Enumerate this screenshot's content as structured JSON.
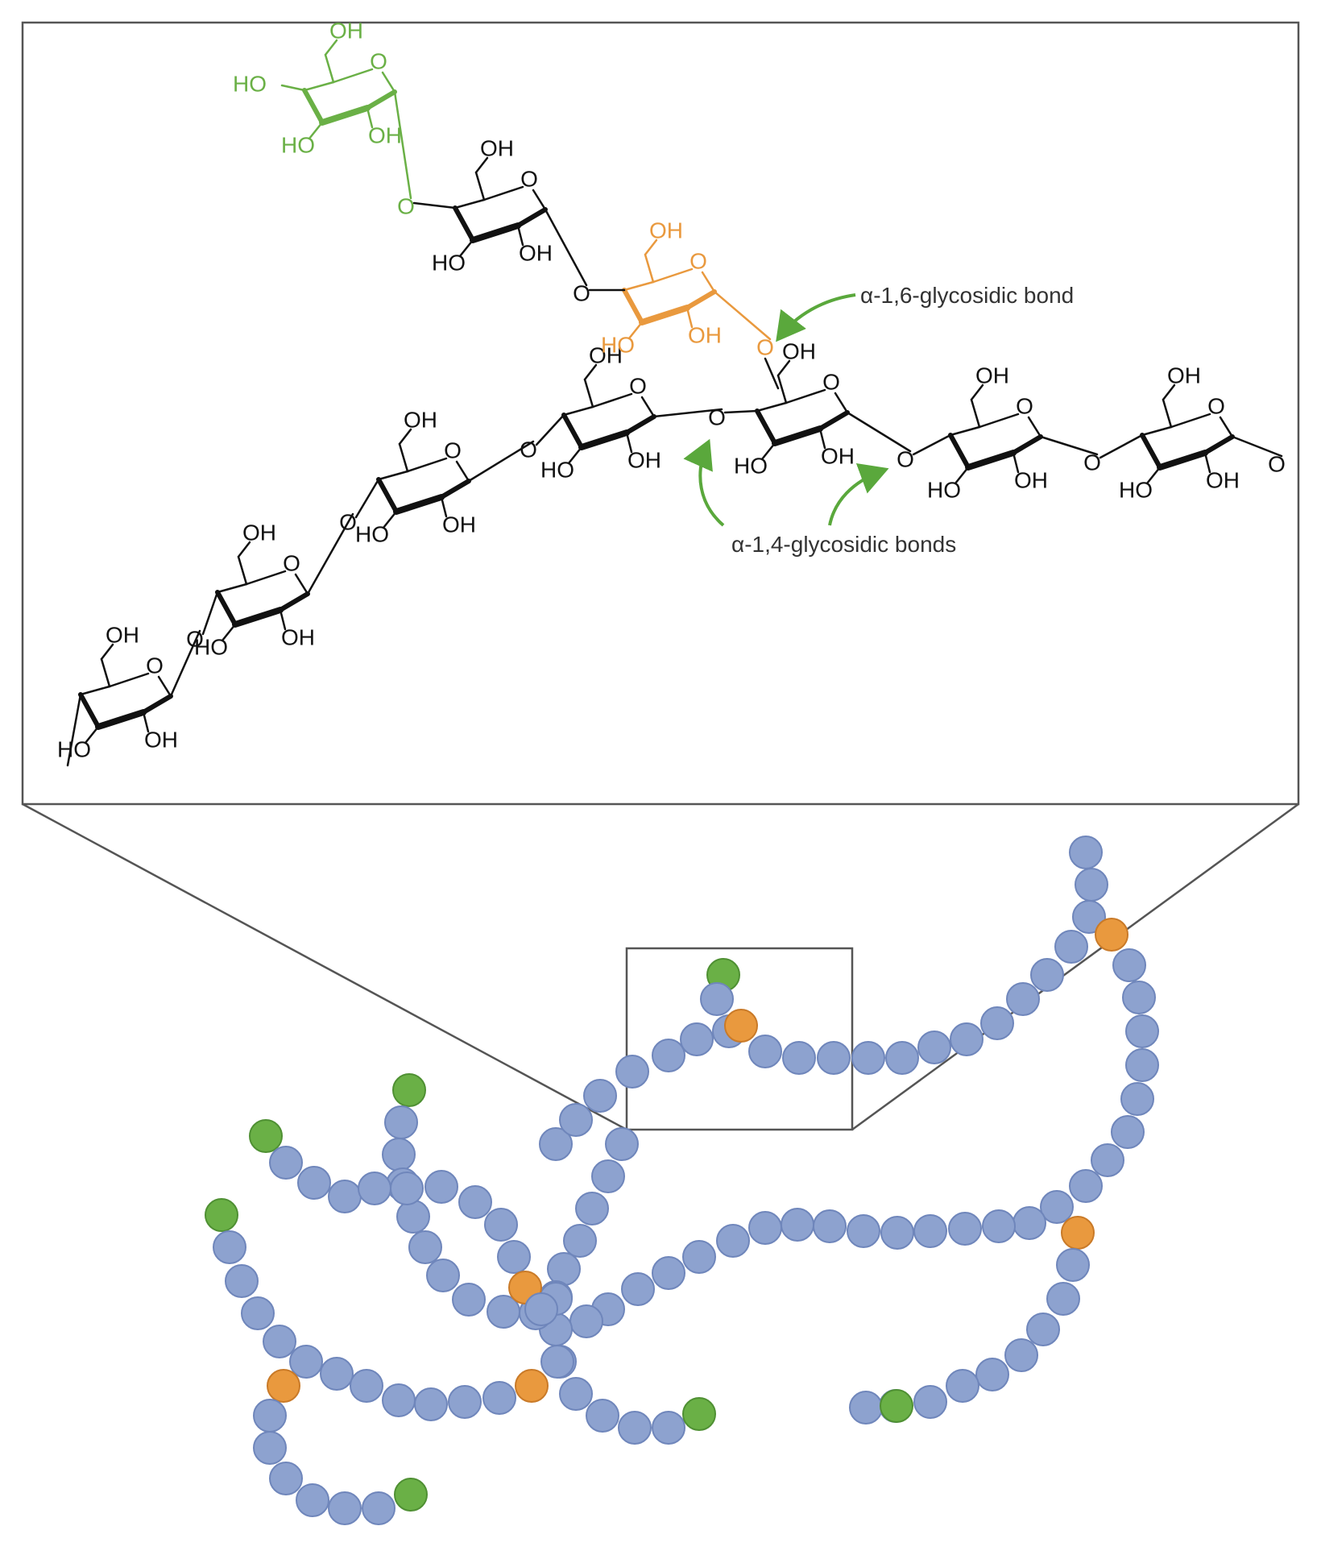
{
  "colors": {
    "bond": "#111111",
    "terminal": "#6ab046",
    "branch": "#e9993e",
    "chain": "#8da2cf",
    "chain_stroke": "#6f86bb",
    "frame": "#555555",
    "arrow": "#5aa83c",
    "text": "#333333"
  },
  "labels": {
    "alpha16": "α-1,6-glycosidic bond",
    "alpha14": "α-1,4-glycosidic bonds"
  },
  "atoms": {
    "oh": "OH",
    "ho": "HO",
    "o": "O"
  }
}
